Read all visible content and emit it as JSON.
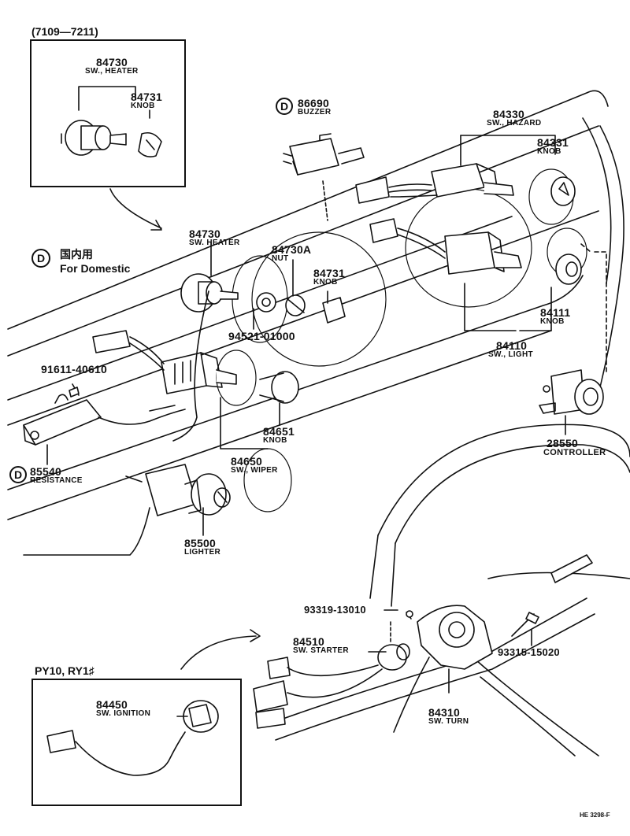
{
  "insets": {
    "top": {
      "range": "(7109—7211)"
    },
    "bottom": {
      "models": "PY10, RY1♯"
    }
  },
  "domestic": {
    "badge": "D",
    "jp": "国内用",
    "en": "For Domestic"
  },
  "parts": {
    "p84730_inset": {
      "num": "84730",
      "name": "SW., HEATER"
    },
    "p84731_inset": {
      "num": "84731",
      "name": "KNOB"
    },
    "p86690": {
      "badge": "D",
      "num": "86690",
      "name": "BUZZER"
    },
    "p84330": {
      "num": "84330",
      "name": "SW., HAZARD"
    },
    "p84331": {
      "num": "84331",
      "name": "KNOB"
    },
    "p84730": {
      "num": "84730",
      "name": "SW. HEATER"
    },
    "p84730A": {
      "num": "84730A",
      "name": "NUT"
    },
    "p84731": {
      "num": "84731",
      "name": "KNOB"
    },
    "p94521": {
      "num": "94521-01000"
    },
    "p84111": {
      "num": "84111",
      "name": "KNOB"
    },
    "p84110": {
      "num": "84110",
      "name": "SW., LIGHT"
    },
    "p91611": {
      "num": "91611-40610"
    },
    "p28550": {
      "num": "28550",
      "name": "CONTROLLER"
    },
    "p84651": {
      "num": "84651",
      "name": "KNOB"
    },
    "p85540": {
      "badge": "D",
      "num": "85540",
      "name": "RESISTANCE"
    },
    "p84650": {
      "num": "84650",
      "name": "SW., WIPER"
    },
    "p85500": {
      "num": "85500",
      "name": "LIGHTER"
    },
    "p93319": {
      "num": "93319-13010"
    },
    "p84510": {
      "num": "84510",
      "name": "SW. STARTER"
    },
    "p93315": {
      "num": "93315-15020"
    },
    "p84450": {
      "num": "84450",
      "name": "SW. IGNITION"
    },
    "p84310": {
      "num": "84310",
      "name": "SW. TURN"
    }
  },
  "footer": {
    "code": "HE 3298-F"
  }
}
